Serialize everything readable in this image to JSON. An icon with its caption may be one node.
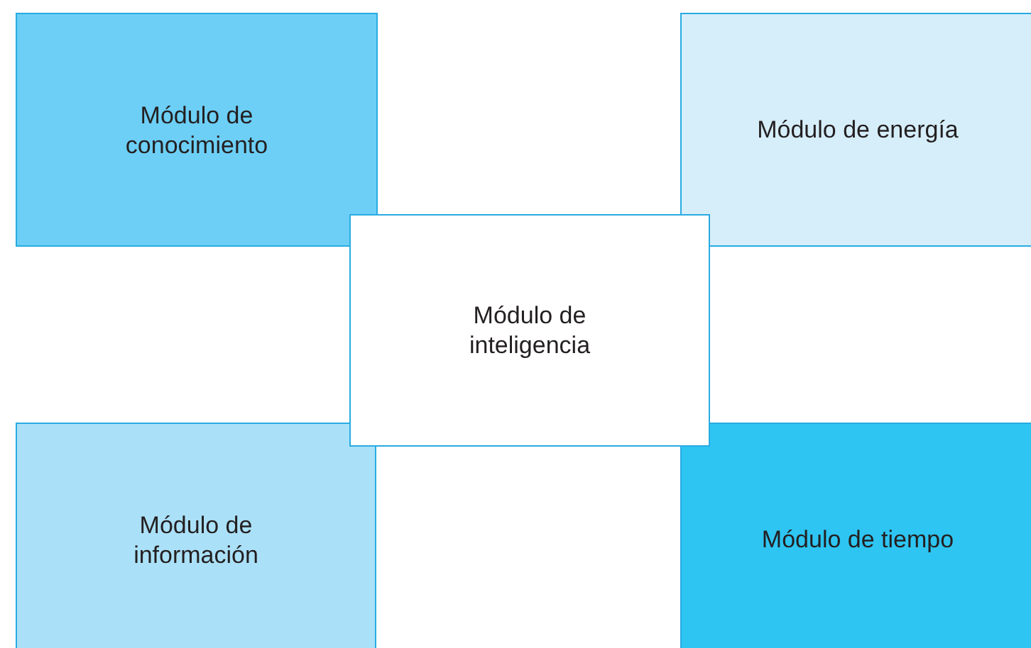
{
  "diagram": {
    "nodes": [
      {
        "text": [
          "Módulo de conocimiento"
        ]
      },
      {
        "text": [
          "Módulo de energía"
        ]
      },
      {
        "text": [
          "Módulo de inteligencia"
        ]
      },
      {
        "text": [
          "Módulo de información"
        ]
      },
      {
        "text": [
          "Módulo de tiempo"
        ]
      }
    ]
  }
}
